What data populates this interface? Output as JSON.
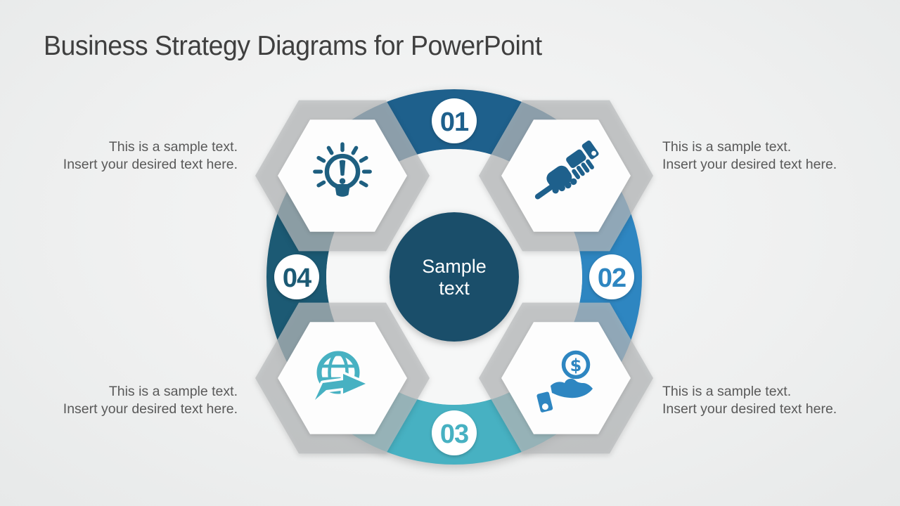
{
  "slide": {
    "title": "Business Strategy Diagrams for PowerPoint",
    "title_color": "#3f3f3f",
    "background_color": "#eef0f0",
    "caption_color": "#595959"
  },
  "center": {
    "label": "Sample text",
    "color": "#1a4e6a",
    "text_color": "#ffffff"
  },
  "ring": {
    "inner_fill": "#f6f7f7",
    "segments": [
      {
        "number": "01",
        "position": "top",
        "color": "#1e608c"
      },
      {
        "number": "02",
        "position": "right",
        "color": "#2e86c1"
      },
      {
        "number": "03",
        "position": "bottom",
        "color": "#47b1c2"
      },
      {
        "number": "04",
        "position": "left",
        "color": "#1c5a74"
      }
    ]
  },
  "hexagons": [
    {
      "position": "top-left",
      "icon": "lightbulb-exclamation-icon",
      "color": "#1e5f80"
    },
    {
      "position": "top-right",
      "icon": "handshake-icon",
      "color": "#1e608c"
    },
    {
      "position": "bottom-left",
      "icon": "globe-arrow-icon",
      "color": "#47b1c2"
    },
    {
      "position": "bottom-right",
      "icon": "money-hand-icon",
      "color": "#2e86c1",
      "coin_symbol": "$"
    }
  ],
  "captions": [
    {
      "position": "top-left",
      "line1": "This is a sample text.",
      "line2": "Insert your desired text here."
    },
    {
      "position": "top-right",
      "line1": "This is a sample text.",
      "line2": "Insert your desired text here."
    },
    {
      "position": "bottom-left",
      "line1": "This is a sample text.",
      "line2": "Insert your desired text here."
    },
    {
      "position": "bottom-right",
      "line1": "This is a sample text.",
      "line2": "Insert your desired text here."
    }
  ]
}
